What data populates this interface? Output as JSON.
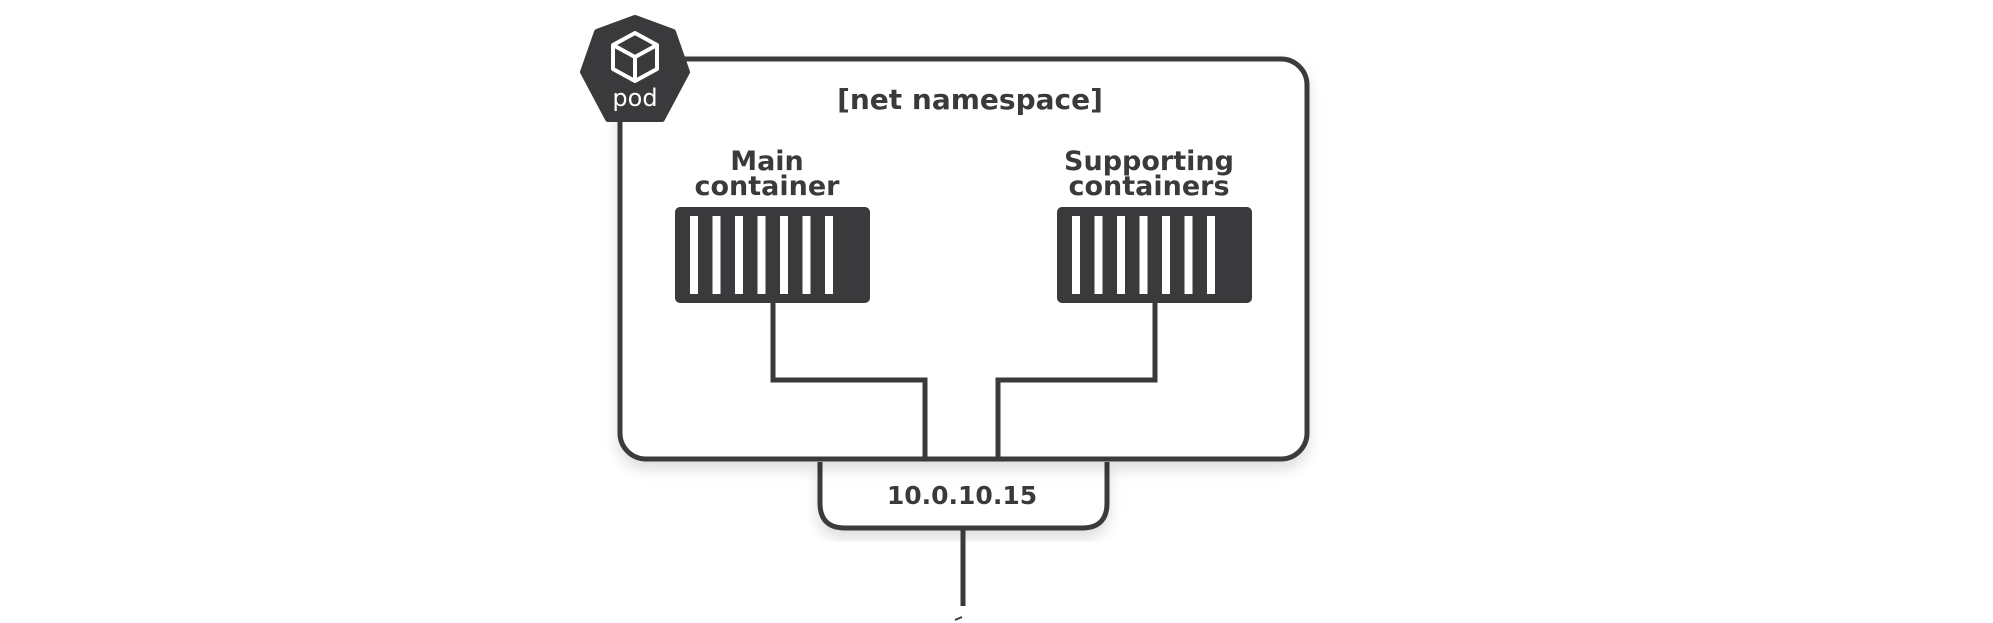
{
  "diagram": {
    "pod_badge": {
      "label": "pod",
      "icon": "cube-icon"
    },
    "namespace_label": "[net namespace]",
    "main_container": {
      "label_line1": "Main",
      "label_line2": "container",
      "stripes": 7
    },
    "supporting_containers": {
      "label_line1": "Supporting",
      "label_line2": "containers",
      "stripes": 7
    },
    "ip_address": "10.0.10.15",
    "colors": {
      "stroke": "#3a3a3c",
      "fill": "#3a3a3c",
      "background": "#ffffff"
    }
  }
}
